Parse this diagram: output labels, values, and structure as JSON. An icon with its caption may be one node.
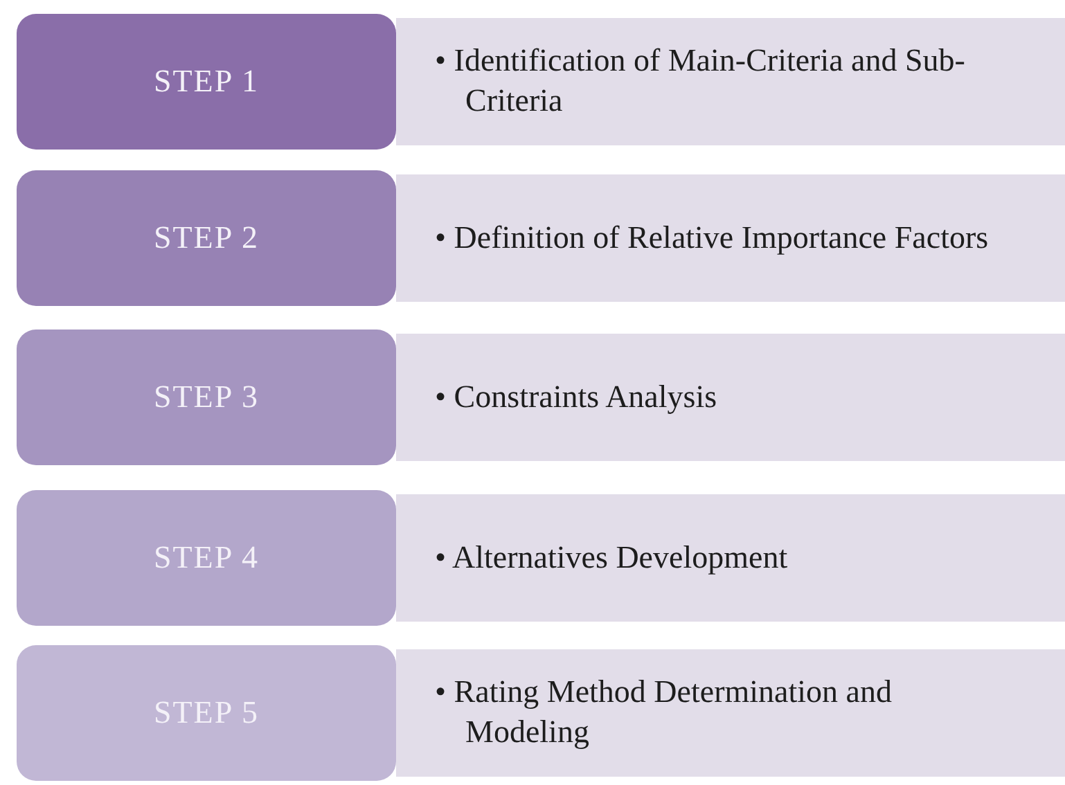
{
  "diagram": {
    "nodes": [
      {
        "text": [
          "STEP 1"
        ]
      },
      {
        "text": [
          "• Identification of Main-Criteria and Sub-Criteria"
        ]
      },
      {
        "text": [
          "STEP 2"
        ]
      },
      {
        "text": [
          "• Definition of Relative Importance Factors"
        ]
      },
      {
        "text": [
          "STEP 3"
        ]
      },
      {
        "text": [
          "• Constraints Analysis"
        ]
      },
      {
        "text": [
          "STEP 4"
        ]
      },
      {
        "text": [
          "• Alternatives Development"
        ]
      },
      {
        "text": [
          "STEP 5"
        ]
      },
      {
        "text": [
          "• Rating Method Determination and Modeling"
        ]
      }
    ],
    "edges": []
  }
}
